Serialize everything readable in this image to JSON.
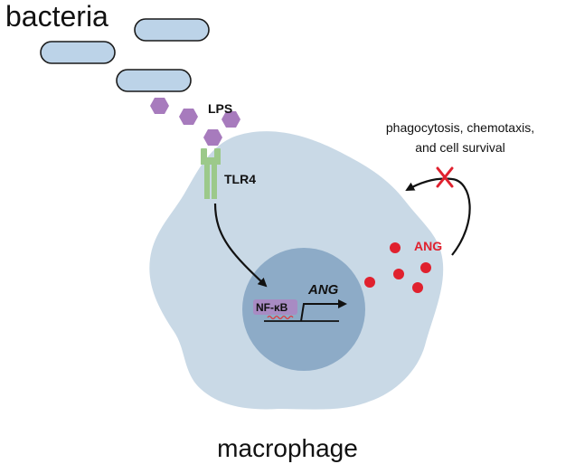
{
  "labels": {
    "bacteria": "bacteria",
    "lps": "LPS",
    "receptor": "TLR4",
    "gene": "ANG",
    "transcription_factor": "NF-κB",
    "secreted_protein": "ANG",
    "effects_line1": "phagocytosis, chemotaxis,",
    "effects_line2": "and cell survival",
    "cell": "macrophage"
  },
  "colors": {
    "bacteria_fill": "#bcd3e8",
    "bacteria_stroke": "#1a1a1a",
    "lps": "#a77bbd",
    "receptor": "#9cc98a",
    "cell_body": "#c9d9e6",
    "nucleus": "#8dabc7",
    "nfkb_fill": "#a88bc3",
    "nfkb_wave": "#e0393e",
    "ang_dots": "#e0212e",
    "ang_text": "#e0212e",
    "inhibit_x": "#e0212e",
    "arrows": "#111111"
  }
}
